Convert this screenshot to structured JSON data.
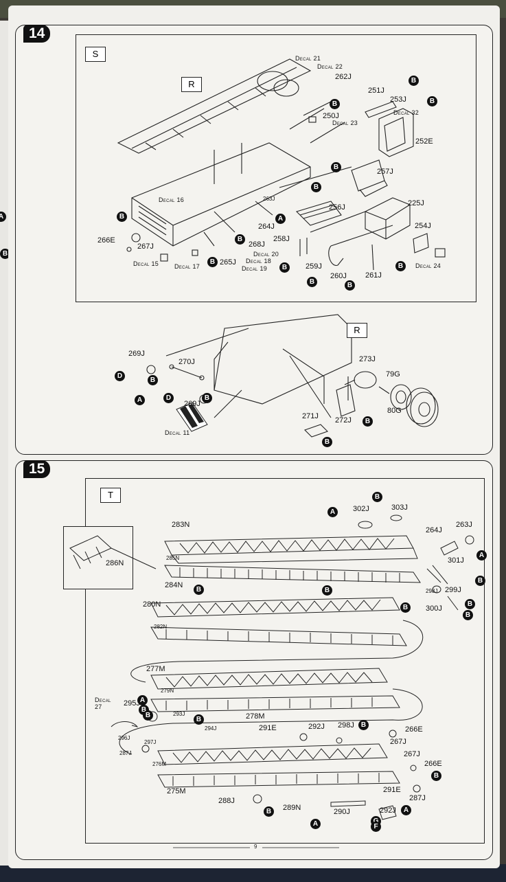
{
  "page_number": "9",
  "step14": {
    "number": "14",
    "sub_s": "S",
    "sub_r": "R",
    "sub_r2": "R",
    "part_labels": [
      "262J",
      "251J",
      "253J",
      "250J",
      "252E",
      "257J",
      "225J",
      "256J",
      "254J",
      "264J",
      "263J",
      "268J",
      "258J",
      "266E",
      "267J",
      "265J",
      "259J",
      "260J",
      "261J",
      "269J",
      "270J",
      "269J",
      "273J",
      "79G",
      "80G",
      "271J",
      "272J"
    ],
    "decals": [
      "Decal 21",
      "Decal 22",
      "Decal 32",
      "Decal 23",
      "Decal 16",
      "Decal 20",
      "Decal 18",
      "Decal 19",
      "Decal 15",
      "Decal 17",
      "Decal 24",
      "Decal 11"
    ],
    "marker_letters": [
      "B",
      "B",
      "B",
      "B",
      "B",
      "A",
      "B",
      "B",
      "B",
      "B",
      "B",
      "B",
      "B",
      "B",
      "D",
      "B",
      "A",
      "D",
      "B",
      "B",
      "B"
    ]
  },
  "step15": {
    "number": "15",
    "sub_t": "T",
    "part_labels": [
      "302J",
      "303J",
      "263J",
      "264J",
      "301J",
      "299J",
      "298J",
      "300J",
      "283N",
      "285N",
      "286N",
      "284N",
      "280N",
      "282N",
      "277M",
      "279N",
      "278M",
      "293J",
      "294J",
      "295J",
      "296J",
      "297J",
      "287J",
      "276M",
      "275M",
      "291E",
      "292J",
      "298J",
      "266E",
      "267J",
      "267J",
      "266E",
      "291E",
      "287J",
      "288J",
      "289N",
      "290J",
      "292J"
    ],
    "decals": [
      "Decal 27"
    ],
    "marker_letters": [
      "B",
      "A",
      "A",
      "B",
      "B",
      "B",
      "B",
      "B",
      "B",
      "B",
      "B",
      "A",
      "B",
      "B",
      "B",
      "B",
      "A",
      "G",
      "A",
      "F"
    ]
  },
  "left_edge_markers": [
    "A",
    "B"
  ]
}
